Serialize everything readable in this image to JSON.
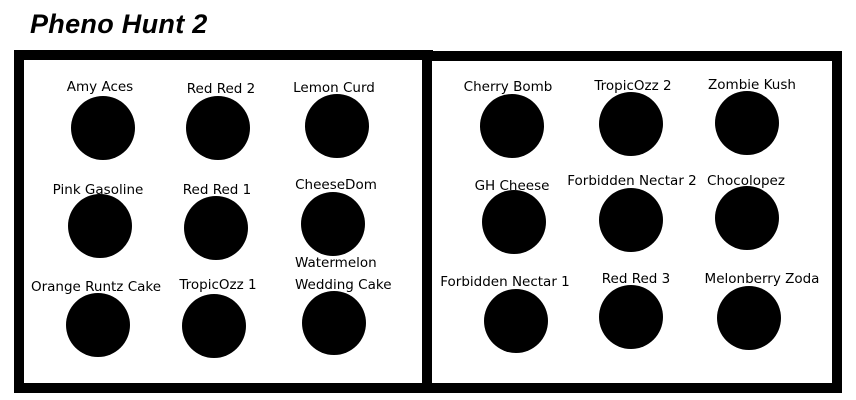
{
  "title": "Pheno Hunt 2",
  "groups": [
    {
      "plants": [
        {
          "label": "Amy Aces"
        },
        {
          "label": "Red Red 2"
        },
        {
          "label": "Lemon Curd"
        },
        {
          "label": "Pink Gasoline"
        },
        {
          "label": "Red Red 1"
        },
        {
          "label": "CheeseDom"
        },
        {
          "label": "Orange Runtz Cake"
        },
        {
          "label": "TropicOzz 1"
        },
        {
          "label": "Watermelon Wedding Cake"
        }
      ]
    },
    {
      "plants": [
        {
          "label": "Cherry Bomb"
        },
        {
          "label": "TropicOzz 2"
        },
        {
          "label": "Zombie Kush"
        },
        {
          "label": "GH Cheese"
        },
        {
          "label": "Forbidden Nectar 2"
        },
        {
          "label": "Chocolopez"
        },
        {
          "label": "Forbidden Nectar 1"
        },
        {
          "label": "Red Red 3"
        },
        {
          "label": "Melonberry Zoda"
        }
      ]
    }
  ]
}
